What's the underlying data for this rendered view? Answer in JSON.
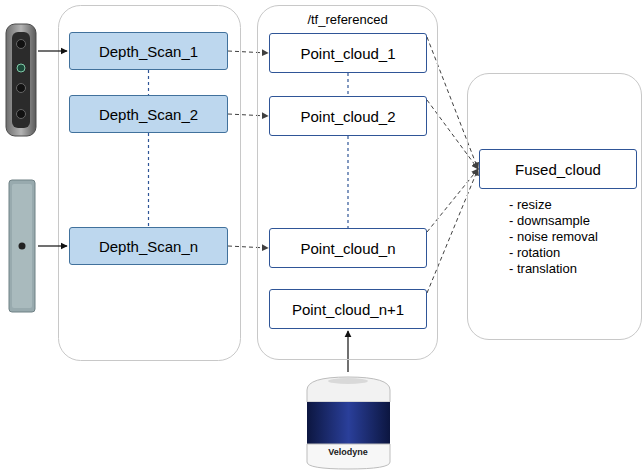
{
  "diagram": {
    "nodes": [
      {
        "text": [
          "Depth_Scan_1"
        ]
      },
      {
        "text": [
          "Depth_Scan_2"
        ]
      },
      {
        "text": [
          "Depth_Scan_n"
        ]
      },
      {
        "text": [
          "/tf_referenced"
        ]
      },
      {
        "text": [
          "Point_cloud_1"
        ],
        "in": 3
      },
      {
        "text": [
          "Point_cloud_2"
        ],
        "in": 3
      },
      {
        "text": [
          "Point_cloud_n"
        ],
        "in": 3
      },
      {
        "text": [
          "Point_cloud_n+1"
        ],
        "in": 3
      },
      {
        "text": [
          "- resize",
          "- downsample",
          "- noise removal",
          "- rotation",
          "- translation"
        ]
      },
      {
        "text": [
          "Fused_cloud"
        ],
        "in": 8
      }
    ],
    "edges": [
      {
        "from": 0,
        "to": 4,
        "arrow": "to"
      },
      {
        "from": 1,
        "to": 5,
        "arrow": "to"
      },
      {
        "from": 2,
        "to": 6,
        "arrow": "to"
      },
      {
        "from": 0,
        "to": 1,
        "arrow": "none"
      },
      {
        "from": 1,
        "to": 2,
        "arrow": "none"
      },
      {
        "from": 4,
        "to": 5,
        "arrow": "none"
      },
      {
        "from": 5,
        "to": 6,
        "arrow": "none"
      },
      {
        "from": 4,
        "to": 9,
        "arrow": "to"
      },
      {
        "from": 5,
        "to": 9,
        "arrow": "to"
      },
      {
        "from": 6,
        "to": 9,
        "arrow": "to"
      },
      {
        "from": 7,
        "to": 9,
        "arrow": "to"
      }
    ],
    "labels": [
      "Velodyne"
    ]
  }
}
